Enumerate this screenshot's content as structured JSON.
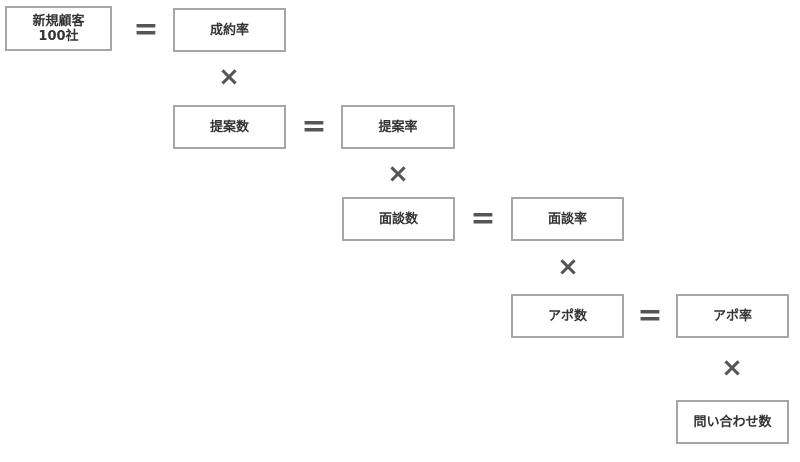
{
  "diagram": {
    "new_customers": {
      "line1": "新規顧客",
      "line2": "100社"
    },
    "conversion_rate": "成約率",
    "proposals": "提案数",
    "proposal_rate": "提案率",
    "meetings": "面談数",
    "meeting_rate": "面談率",
    "appointments": "アポ数",
    "appointment_rate": "アポ率",
    "inquiries": "問い合わせ数",
    "equals_symbol": "=",
    "multiply_symbol": "×"
  }
}
